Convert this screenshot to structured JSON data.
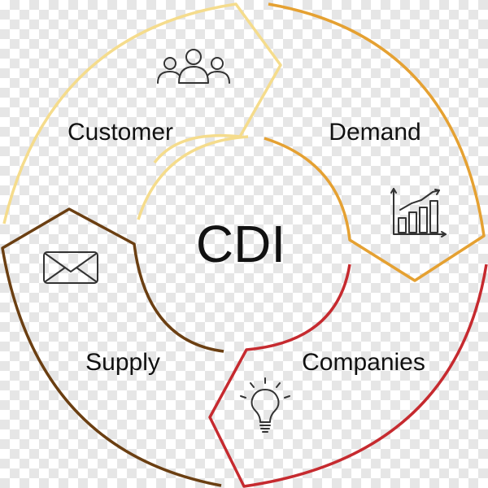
{
  "center": {
    "label": "CDI"
  },
  "segments": [
    {
      "id": "customer",
      "label": "Customer",
      "icon": "people-icon",
      "color": "#f5dc8c"
    },
    {
      "id": "demand",
      "label": "Demand",
      "icon": "bar-chart-icon",
      "color": "#e5a132"
    },
    {
      "id": "companies",
      "label": "Companies",
      "icon": "lightbulb-icon",
      "color": "#c62a2f"
    },
    {
      "id": "supply",
      "label": "Supply",
      "icon": "envelope-icon",
      "color": "#6b3f12"
    }
  ]
}
